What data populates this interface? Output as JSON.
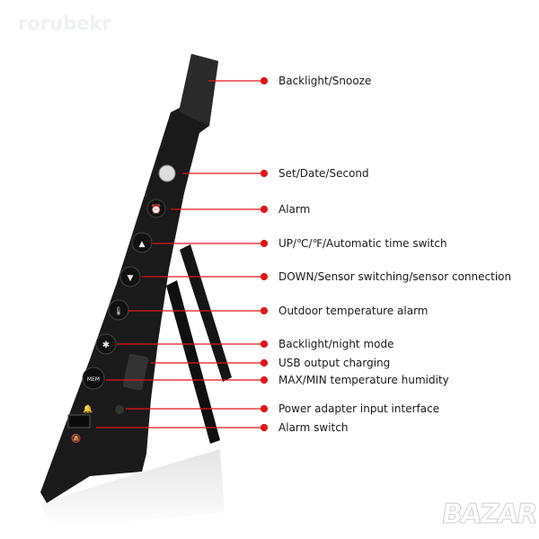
{
  "watermark_top": "rorubekr",
  "watermark_bottom": "BAZAR",
  "accent_color": "#e3151a",
  "callouts": [
    {
      "label": "Backlight/Snooze"
    },
    {
      "label": "Set/Date/Second"
    },
    {
      "label": "Alarm"
    },
    {
      "label": "UP/℃/℉/Automatic time switch"
    },
    {
      "label": "DOWN/Sensor switching/sensor connection"
    },
    {
      "label": "Outdoor temperature alarm"
    },
    {
      "label": "Backlight/night mode"
    },
    {
      "label": "USB output charging"
    },
    {
      "label": "MAX/MIN temperature humidity"
    },
    {
      "label": "Power adapter input interface"
    },
    {
      "label": "Alarm switch"
    }
  ],
  "button_text_mem": "MEM"
}
